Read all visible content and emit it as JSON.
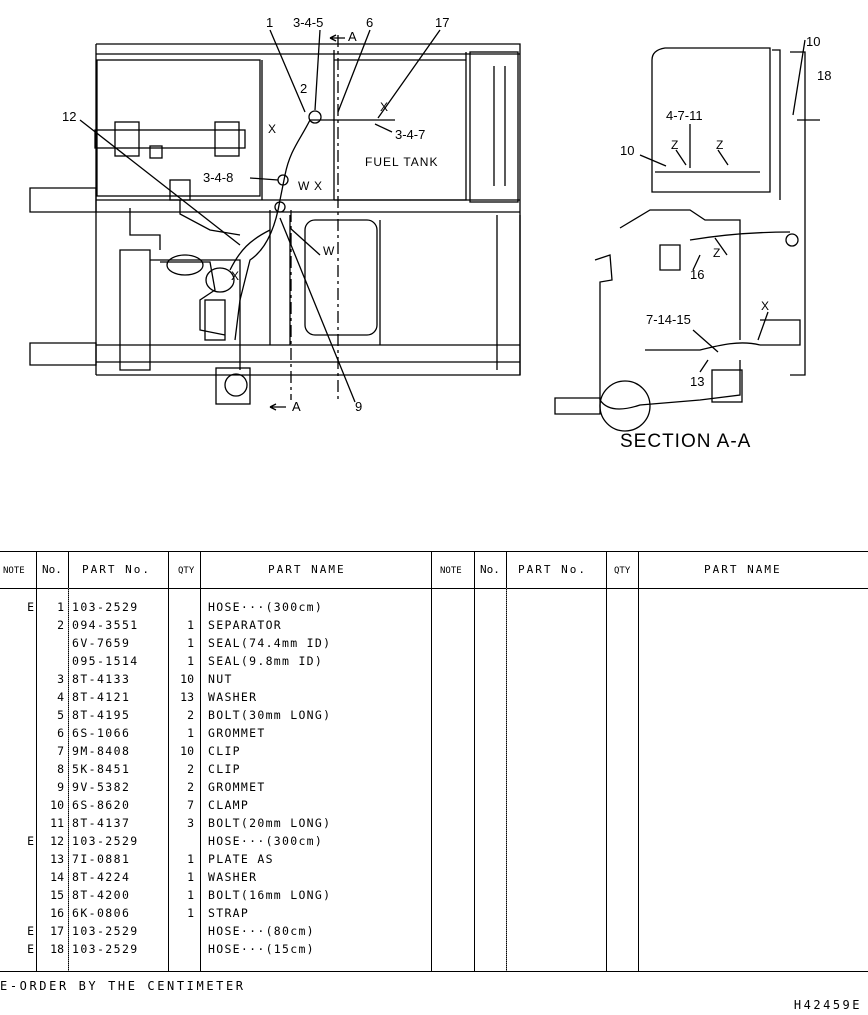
{
  "drawing": {
    "callouts": {
      "c1": "1",
      "c345": "3-4-5",
      "c6": "6",
      "c17": "17",
      "cA_top": "A",
      "c2": "2",
      "c12": "12",
      "c347": "3-4-7",
      "c348": "3-4-8",
      "cW1": "W",
      "cX1": "X",
      "cX2": "X",
      "cX3": "X",
      "cW2": "W",
      "c9": "9",
      "cA_bot": "A",
      "c10a": "10",
      "c18": "18",
      "c4711": "4-7-11",
      "c10b": "10",
      "cZ1": "Z",
      "cZ2": "Z",
      "c16": "16",
      "cZ3": "Z",
      "cX4": "X",
      "c71415": "7-14-15",
      "c13": "13",
      "cX5": "X"
    },
    "fuel_tank": "FUEL TANK",
    "section_title": "SECTION A-A"
  },
  "table": {
    "headers": {
      "note": "NOTE",
      "no": "No.",
      "part_no": "PART No.",
      "qty": "QTY",
      "part_name": "PART NAME",
      "note2": "NOTE",
      "no2": "No.",
      "part_no2": "PART No.",
      "qty2": "QTY",
      "part_name2": "PART NAME"
    },
    "rows": [
      {
        "note": "E",
        "no": "1",
        "part": "103-2529",
        "qty": "",
        "name": "HOSE···(300cm)"
      },
      {
        "note": "",
        "no": "2",
        "part": "094-3551",
        "qty": "1",
        "name": "SEPARATOR"
      },
      {
        "note": "",
        "no": "",
        "part": "6V-7659",
        "qty": "1",
        "name": " SEAL(74.4mm ID)"
      },
      {
        "note": "",
        "no": "",
        "part": "095-1514",
        "qty": "1",
        "name": " SEAL(9.8mm ID)"
      },
      {
        "note": "",
        "no": "3",
        "part": "8T-4133",
        "qty": "10",
        "name": "NUT"
      },
      {
        "note": "",
        "no": "4",
        "part": "8T-4121",
        "qty": "13",
        "name": "WASHER"
      },
      {
        "note": "",
        "no": "5",
        "part": "8T-4195",
        "qty": "2",
        "name": "BOLT(30mm LONG)"
      },
      {
        "note": "",
        "no": "6",
        "part": "6S-1066",
        "qty": "1",
        "name": "GROMMET"
      },
      {
        "note": "",
        "no": "7",
        "part": "9M-8408",
        "qty": "10",
        "name": "CLIP"
      },
      {
        "note": "",
        "no": "8",
        "part": "5K-8451",
        "qty": "2",
        "name": "CLIP"
      },
      {
        "note": "",
        "no": "9",
        "part": "9V-5382",
        "qty": "2",
        "name": "GROMMET"
      },
      {
        "note": "",
        "no": "10",
        "part": "6S-8620",
        "qty": "7",
        "name": "CLAMP"
      },
      {
        "note": "",
        "no": "11",
        "part": "8T-4137",
        "qty": "3",
        "name": "BOLT(20mm LONG)"
      },
      {
        "note": "E",
        "no": "12",
        "part": "103-2529",
        "qty": "",
        "name": "HOSE···(300cm)"
      },
      {
        "note": "",
        "no": "13",
        "part": "7I-0881",
        "qty": "1",
        "name": "PLATE AS"
      },
      {
        "note": "",
        "no": "14",
        "part": "8T-4224",
        "qty": "1",
        "name": "WASHER"
      },
      {
        "note": "",
        "no": "15",
        "part": "8T-4200",
        "qty": "1",
        "name": "BOLT(16mm LONG)"
      },
      {
        "note": "",
        "no": "16",
        "part": "6K-0806",
        "qty": "1",
        "name": "STRAP"
      },
      {
        "note": "E",
        "no": "17",
        "part": "103-2529",
        "qty": "",
        "name": "HOSE···(80cm)"
      },
      {
        "note": "E",
        "no": "18",
        "part": "103-2529",
        "qty": "",
        "name": "HOSE···(15cm)"
      }
    ]
  },
  "footnote": "E-ORDER BY THE CENTIMETER",
  "drawing_number": "H42459E"
}
